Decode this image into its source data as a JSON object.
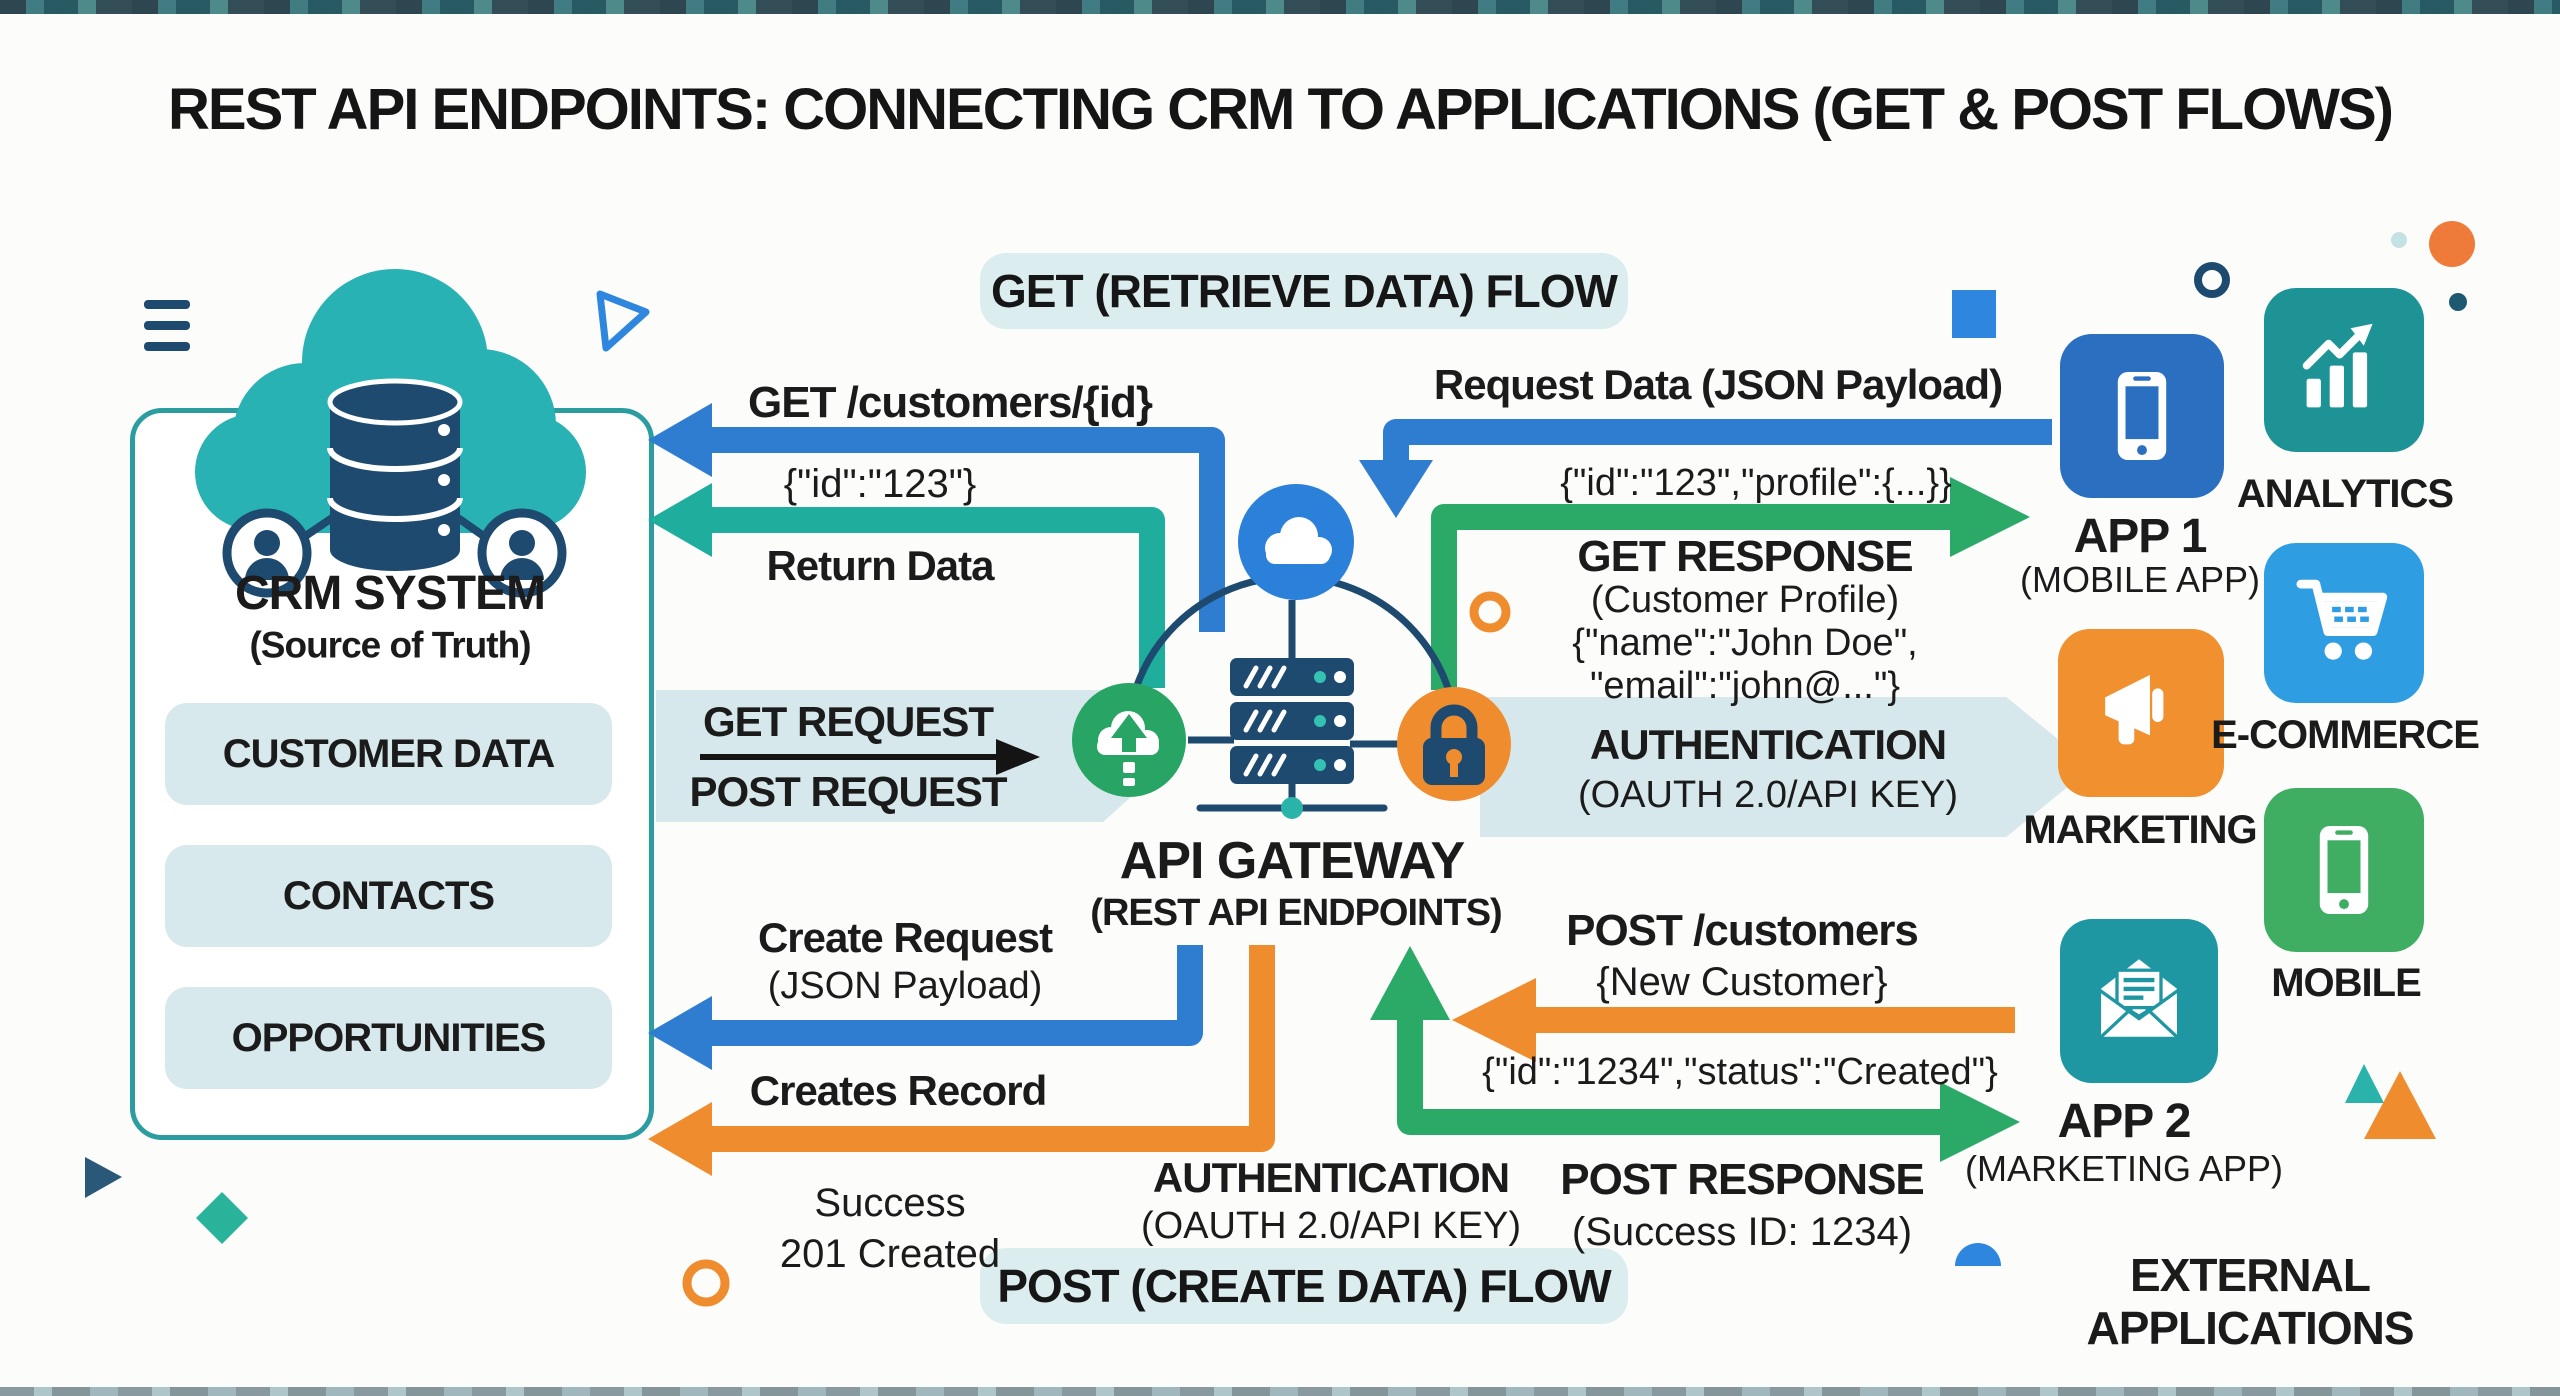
{
  "title": "REST API ENDPOINTS: CONNECTING CRM TO APPLICATIONS (GET & POST FLOWS)",
  "crm": {
    "title": "CRM SYSTEM",
    "subtitle": "(Source of Truth)",
    "items": [
      "CUSTOMER DATA",
      "CONTACTS",
      "OPPORTUNITIES"
    ]
  },
  "get_flow": {
    "banner": "GET (RETRIEVE DATA) FLOW",
    "request_endpoint": "GET /customers/{id}",
    "request_payload": "{\"id\":\"123\"}",
    "return_label": "Return Data",
    "request_data_label": "Request Data (JSON Payload)",
    "response_payload": "{\"id\":\"123\",\"profile\":{...}}",
    "response_title": "GET RESPONSE",
    "response_subtitle": "(Customer Profile)",
    "response_line1": "{\"name\":\"John Doe\",",
    "response_line2": "\"email\":\"john@...\"}"
  },
  "gateway": {
    "title": "API GATEWAY",
    "subtitle": "(REST API ENDPOINTS)",
    "request_banner_line1": "GET REQUEST",
    "request_banner_line2": "POST REQUEST",
    "auth_get_line1": "AUTHENTICATION",
    "auth_get_line2": "(OAUTH 2.0/API KEY)",
    "auth_post_line1": "AUTHENTICATION",
    "auth_post_line2": "(OAUTH 2.0/API KEY)"
  },
  "post_flow": {
    "banner": "POST (CREATE DATA) FLOW",
    "create_request_label": "Create Request",
    "create_request_sub": "(JSON Payload)",
    "creates_record_label": "Creates Record",
    "success_line1": "Success",
    "success_line2": "201 Created",
    "post_endpoint": "POST /customers",
    "post_payload": "{New Customer}",
    "response_payload": "{\"id\":\"1234\",\"status\":\"Created\"}",
    "response_title": "POST RESPONSE",
    "response_subtitle": "(Success ID: 1234)"
  },
  "apps": {
    "app1_title": "APP 1",
    "app1_subtitle": "(MOBILE APP)",
    "analytics_label": "ANALYTICS",
    "ecommerce_label": "E-COMMERCE",
    "marketing_label": "MARKETING",
    "mobile_label": "MOBILE",
    "app2_title": "APP 2",
    "app2_subtitle": "(MARKETING APP)",
    "external_line1": "EXTERNAL",
    "external_line2": "APPLICATIONS"
  },
  "colors": {
    "teal": "#29b2b4",
    "navy": "#1d4a6e",
    "blue": "#2e7dd1",
    "green": "#2aa967",
    "orange": "#ef8c2d",
    "banner_bg": "#d9ecee"
  }
}
